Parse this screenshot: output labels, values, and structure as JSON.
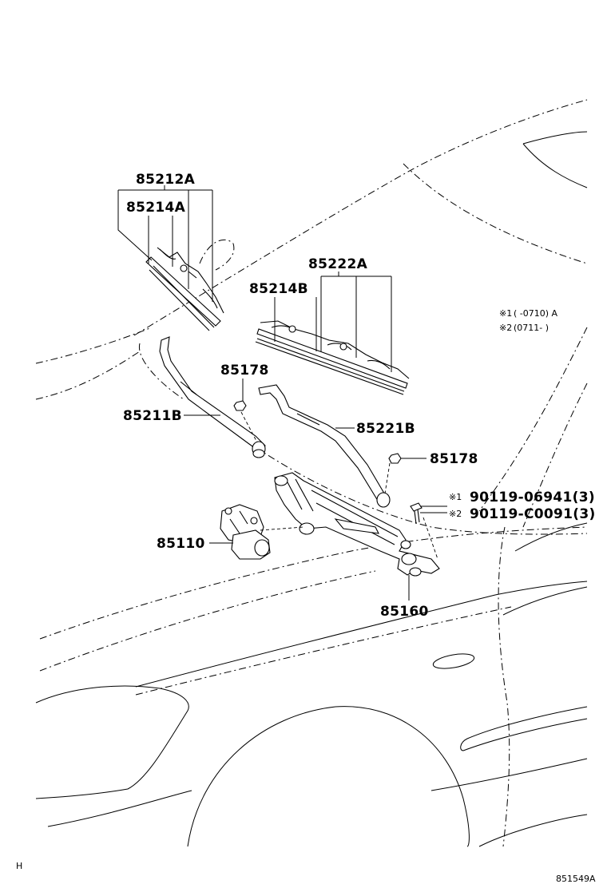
{
  "labels": {
    "p85212A": "85212A",
    "p85214A": "85214A",
    "p85222A": "85222A",
    "p85214B": "85214B",
    "p85178_upper": "85178",
    "p85211B": "85211B",
    "p85221B": "85221B",
    "p85178_lower": "85178",
    "p85110": "85110",
    "p85160": "85160",
    "bolt_1": "90119-06941(3)",
    "bolt_2": "90119-C0091(3)"
  },
  "marks": {
    "m1": "※1",
    "m2": "※2"
  },
  "notes": {
    "note1_mark": "※1",
    "note1_text": "(        -0710) A",
    "note2_mark": "※2",
    "note2_text": "(0711-        )"
  },
  "footer": {
    "left_code": "H",
    "diagram_id": "851549A"
  }
}
